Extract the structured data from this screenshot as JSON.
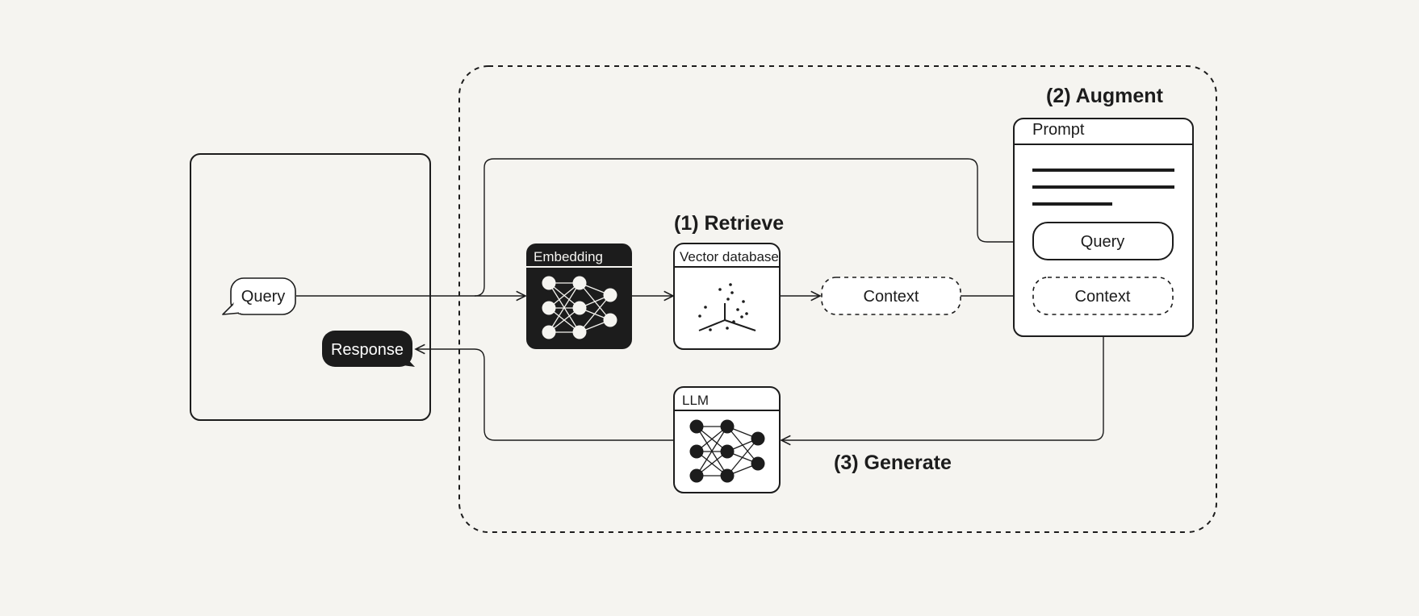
{
  "steps": {
    "retrieve": "(1) Retrieve",
    "augment": "(2) Augment",
    "generate": "(3) Generate"
  },
  "client": {
    "query_bubble": "Query",
    "response_bubble": "Response"
  },
  "embedding": {
    "title": "Embedding"
  },
  "vector_db": {
    "title": "Vector database"
  },
  "context_pill": "Context",
  "prompt": {
    "title": "Prompt",
    "query_slot": "Query",
    "context_slot": "Context"
  },
  "llm": {
    "title": "LLM"
  },
  "colors": {
    "background": "#f5f4f0",
    "ink": "#1c1c1c",
    "light_fill": "#ffffff"
  }
}
